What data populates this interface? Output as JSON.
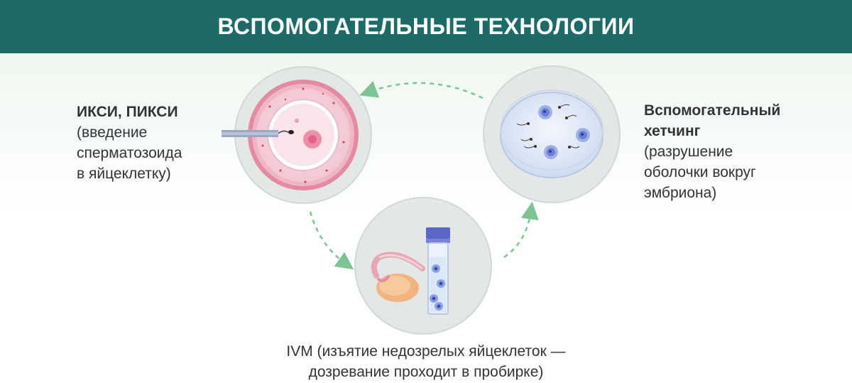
{
  "title": "ВСПОМОГАТЕЛЬНЫЕ ТЕХНОЛОГИИ",
  "icsi": {
    "name": "ИКСИ, ПИКСИ",
    "description_lines": [
      "(введение",
      "сперматозоида",
      "в яйцеклетку)"
    ]
  },
  "hatching": {
    "name_lines": [
      "Вспомогательный",
      "хетчинг"
    ],
    "description_lines": [
      "(разрушение",
      "оболочки вокруг",
      "эмбриона)"
    ]
  },
  "ivm": {
    "name": "IVM",
    "description_line1": " (изъятие недозрелых яйцеклеток —",
    "description_line2": "дозревание проходит в пробирке)"
  },
  "colors": {
    "header_bg": "#1d6b66",
    "arrow": "#7cc494",
    "circle_bg": "#e3e7e6",
    "egg_pink": "#e07e97",
    "cell_blue": "#7d8fdc"
  },
  "icons": [
    "icsi-egg-icon",
    "petri-dish-icon",
    "ovary-test-tube-icon"
  ]
}
